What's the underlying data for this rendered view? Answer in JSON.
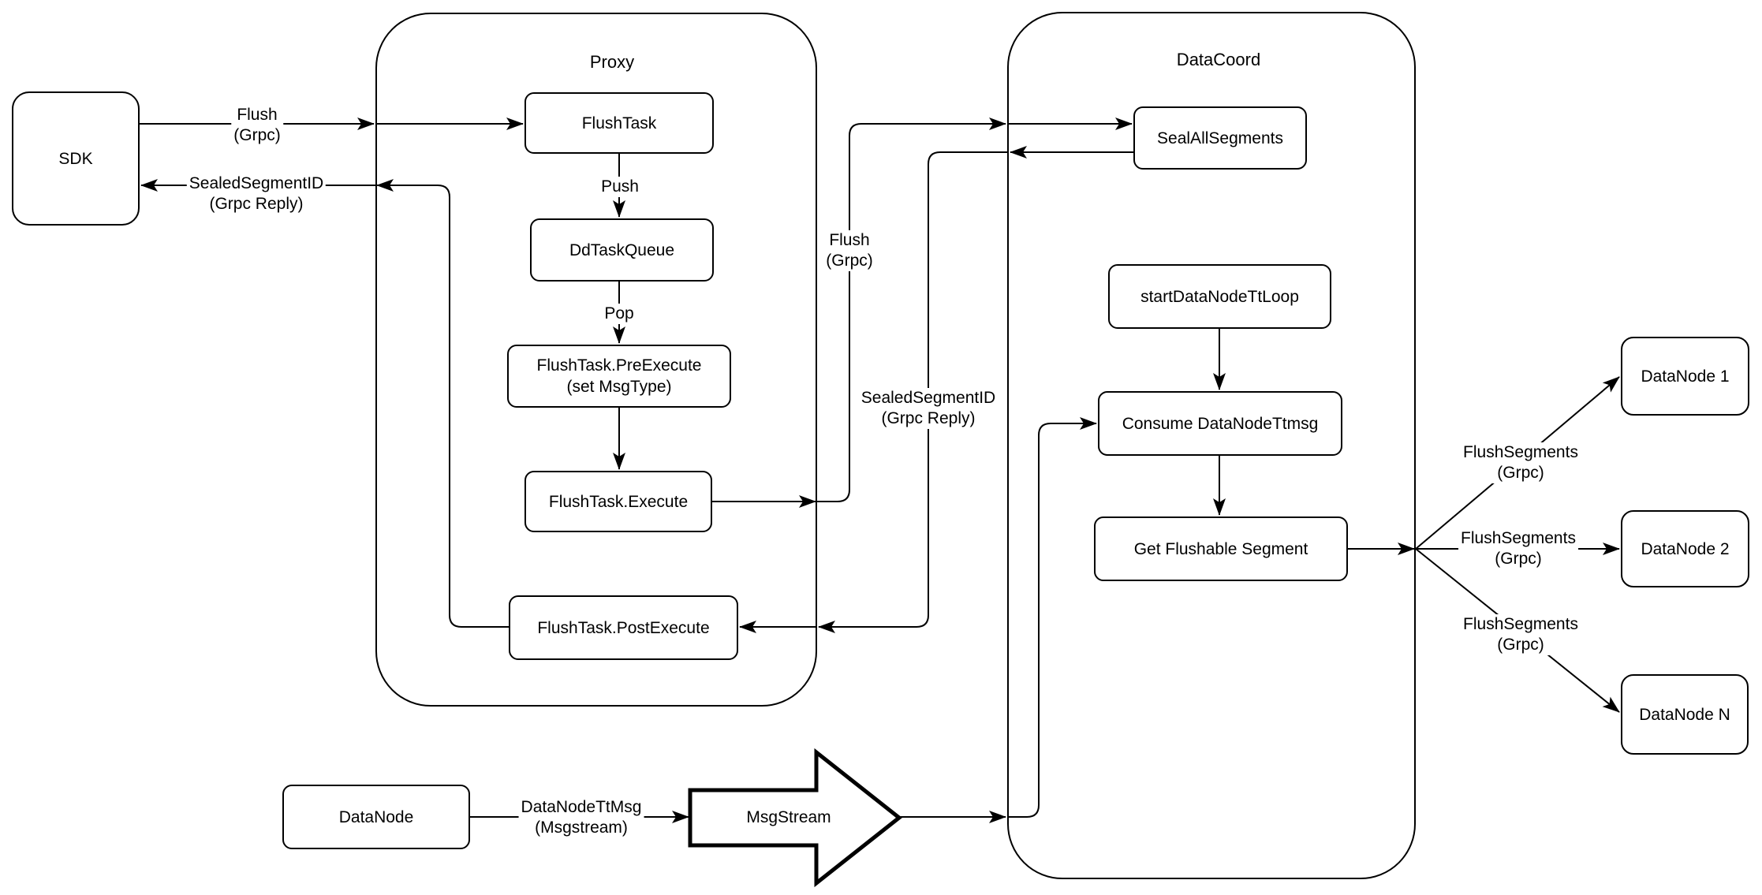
{
  "colors": {
    "stroke": "#000000",
    "background": "#ffffff"
  },
  "containers": {
    "proxy": {
      "title": "Proxy"
    },
    "data_coord": {
      "title": "DataCoord"
    }
  },
  "nodes": {
    "sdk": {
      "label": "SDK"
    },
    "flush_task": {
      "label": "FlushTask"
    },
    "dd_task_queue": {
      "label": "DdTaskQueue"
    },
    "pre_execute": {
      "line1": "FlushTask.PreExecute",
      "line2": "(set MsgType)"
    },
    "execute": {
      "label": "FlushTask.Execute"
    },
    "post_execute": {
      "label": "FlushTask.PostExecute"
    },
    "seal_all_segments": {
      "label": "SealAllSegments"
    },
    "start_data_node_tt_loop": {
      "label": "startDataNodeTtLoop"
    },
    "consume_data_node_ttmsg": {
      "label": "Consume DataNodeTtmsg"
    },
    "get_flushable_segment": {
      "label": "Get Flushable Segment"
    },
    "data_node_1": {
      "label": "DataNode 1"
    },
    "data_node_2": {
      "label": "DataNode 2"
    },
    "data_node_n": {
      "label": "DataNode N"
    },
    "data_node": {
      "label": "DataNode"
    },
    "msg_stream": {
      "label": "MsgStream"
    }
  },
  "edge_labels": {
    "flush_sdk": {
      "line1": "Flush",
      "line2": "(Grpc)"
    },
    "sealed_sdk": {
      "line1": "SealedSegmentID",
      "line2": "(Grpc Reply)"
    },
    "push": {
      "label": "Push"
    },
    "pop": {
      "label": "Pop"
    },
    "flush_vertical": {
      "line1": "Flush",
      "line2": "(Grpc)"
    },
    "sealed_vertical": {
      "line1": "SealedSegmentID",
      "line2": "(Grpc Reply)"
    },
    "flush_segments_1": {
      "line1": "FlushSegments",
      "line2": "(Grpc)"
    },
    "flush_segments_2": {
      "line1": "FlushSegments",
      "line2": "(Grpc)"
    },
    "flush_segments_3": {
      "line1": "FlushSegments",
      "line2": "(Grpc)"
    },
    "data_node_tt_msg": {
      "line1": "DataNodeTtMsg",
      "line2": "(Msgstream)"
    }
  }
}
